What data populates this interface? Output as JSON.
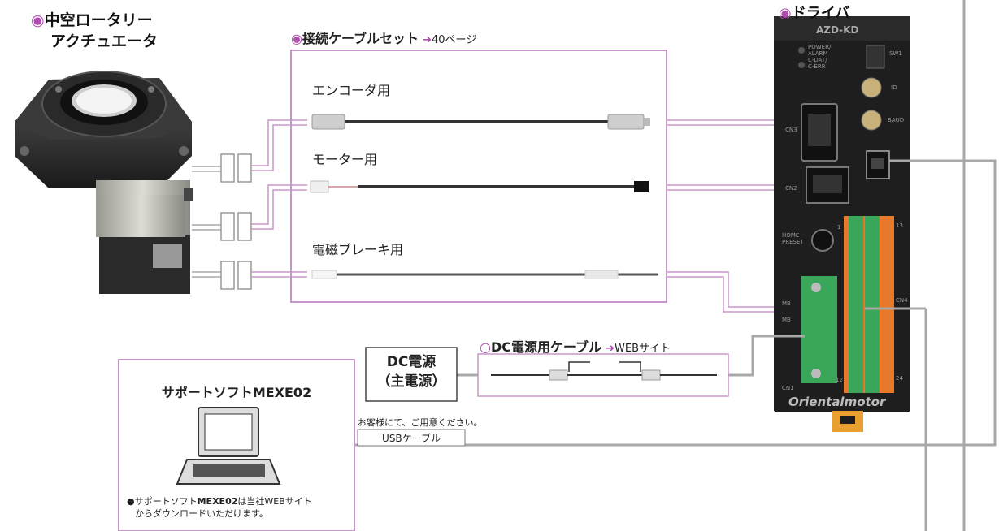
{
  "actuator": {
    "bullet": "◉",
    "title_line1": "中空ロータリー",
    "title_line2": "アクチュエータ"
  },
  "cable_set": {
    "bullet": "◉",
    "title": "接続ケーブルセット",
    "arrow": "➜",
    "page_ref": "40ページ",
    "items": [
      {
        "label": "エンコーダ用"
      },
      {
        "label": "モーター用"
      },
      {
        "label": "電磁ブレーキ用"
      }
    ]
  },
  "driver": {
    "bullet": "◉",
    "title": "ドライバ",
    "model": "AZD-KD",
    "brand": "Orientalmotor",
    "led_labels": [
      "POWER/",
      "ALARM",
      "C-DAT/",
      "C-ERR"
    ],
    "switch_labels": [
      "SW1",
      "ID",
      "BAUD"
    ],
    "connector_labels": [
      "CN3",
      "CN2",
      "CN1",
      "CN4"
    ],
    "home_label_1": "HOME",
    "home_label_2": "PRESET",
    "terminal_numbers": [
      "1",
      "13",
      "12",
      "24"
    ],
    "mb_labels": [
      "MB",
      "MB"
    ]
  },
  "power": {
    "box_line1": "DC電源",
    "box_line2": "（主電源）",
    "cable_bullet": "○",
    "cable_title": "DC電源用ケーブル",
    "cable_arrow": "➜",
    "cable_ref": "WEBサイト"
  },
  "note": "お客様にて、ご用意ください。",
  "usb_label": "USBケーブル",
  "software": {
    "title_prefix": "サポートソフト",
    "title_bold": "MEXE02",
    "desc_bullet": "●サポートソフト",
    "desc_bold": "MEXE02",
    "desc_rest": "は当社WEBサイト",
    "desc_line2": "からダウンロードいただけます。"
  },
  "colors": {
    "accent": "#b04fb0",
    "frame": "#c896c8",
    "line_gray": "#a8a8a8",
    "driver_body": "#1e1e1e",
    "terminal_orange": "#e8782a",
    "terminal_green": "#3aa65a"
  }
}
